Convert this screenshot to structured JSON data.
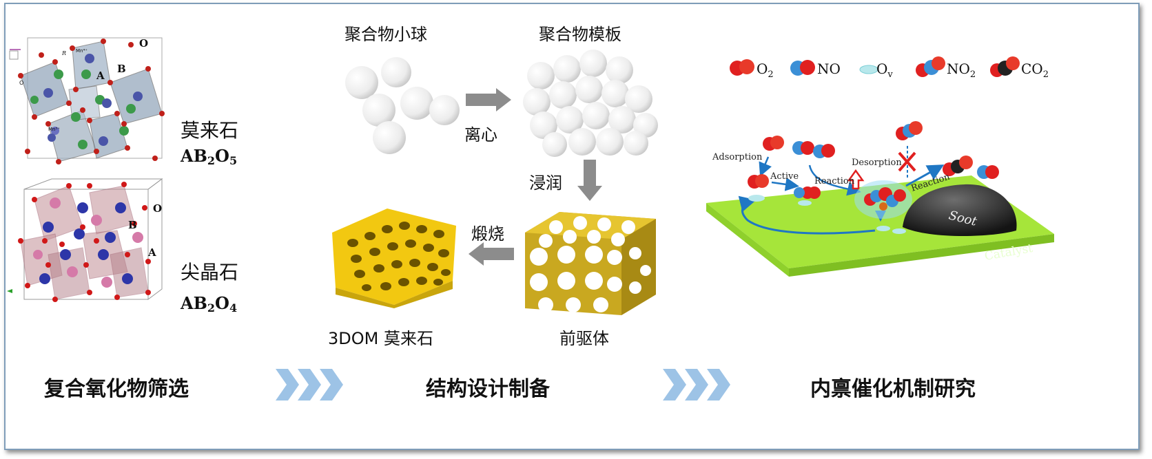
{
  "structures": {
    "mullite": {
      "name": "莫来石",
      "formula_base": "AB",
      "sub1": "2",
      "o": "O",
      "sub2": "5"
    },
    "spinel": {
      "name": "尖晶石",
      "formula_base": "AB",
      "sub1": "2",
      "o": "O",
      "sub2": "4"
    },
    "mullite_labels": {
      "o": "O",
      "a": "A",
      "b": "B",
      "r": "R",
      "mn1": "Mn⁴⁺",
      "mn2": "Mn³⁺",
      "o2": "O"
    },
    "spinel_labels": {
      "o": "O",
      "b": "B",
      "a": "A"
    }
  },
  "synthesis": {
    "spheres": "聚合物小球",
    "template": "聚合物模板",
    "centrifuge": "离心",
    "infiltrate": "浸润",
    "calcine": "煅烧",
    "precursor": "前驱体",
    "product": "3DOM 莫来石"
  },
  "legend": [
    {
      "key": "o2",
      "label": "O",
      "sub": "2"
    },
    {
      "key": "no",
      "label": "NO",
      "sub": ""
    },
    {
      "key": "ov",
      "label": "O",
      "sub": "v"
    },
    {
      "key": "no2",
      "label": "NO",
      "sub": "2"
    },
    {
      "key": "co2",
      "label": "CO",
      "sub": "2"
    }
  ],
  "mechanism": {
    "adsorption": "Adsorption",
    "active": "Active",
    "reaction1": "Reaction",
    "desorption": "Desorption",
    "reaction2": "Reaction",
    "soot": "Soot",
    "catalyst": "Catalyst"
  },
  "steps": [
    "复合氧化物筛选",
    "结构设计制备",
    "内禀催化机制研究"
  ],
  "colors": {
    "border": "#7f9db9",
    "chevron": "#9dc3e6",
    "gold": "#f2c811",
    "catalyst": "#a6e53a",
    "arrow_blue": "#1f77c4",
    "red_oxygen": "#e02020",
    "blue_n": "#3b8fd6"
  }
}
